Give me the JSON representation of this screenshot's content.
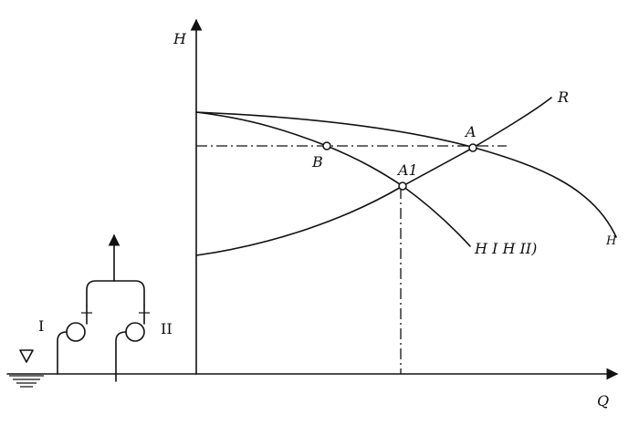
{
  "axes": {
    "y_label": "H",
    "x_label": "Q"
  },
  "curves": {
    "R": "R",
    "combined": "H",
    "single": "H I H II)"
  },
  "points": {
    "A": "A",
    "A1": "A1",
    "B": "B"
  },
  "pumps": {
    "left": "I",
    "right": "II"
  }
}
